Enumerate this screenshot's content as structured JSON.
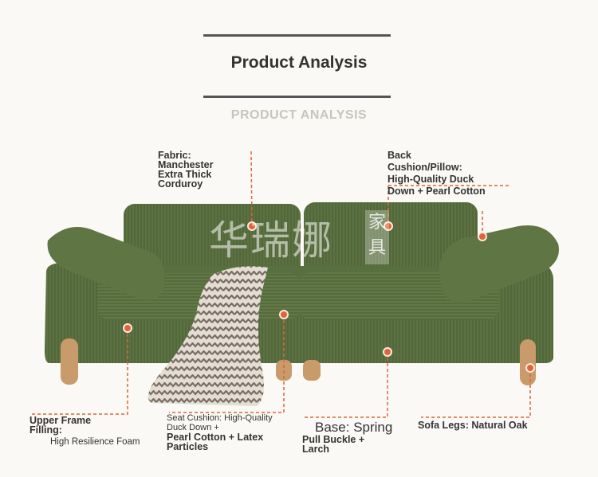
{
  "header": {
    "title": "Product Analysis",
    "subtitle": "PRODUCT ANALYSIS"
  },
  "watermark": {
    "text": "华瑞娜",
    "box_text": "家具"
  },
  "labels": {
    "fabric": [
      "Fabric:",
      "Manchester",
      "Extra Thick",
      "Corduroy"
    ],
    "back_cushion": [
      "Back",
      "Cushion/Pillow:",
      "High-Quality Duck",
      "Down + Pearl Cotton"
    ],
    "upper_frame": {
      "title_lines": [
        "Upper Frame",
        "Filling:"
      ],
      "detail": "High Resilience Foam"
    },
    "seat_cushion": [
      "Seat Cushion: High-Quality",
      "Duck Down +",
      "Pearl Cotton + Latex",
      "Particles"
    ],
    "base": {
      "title": "Base: Spring",
      "lines": [
        "Pull Buckle +",
        "Larch"
      ]
    },
    "sofa_legs": "Sofa Legs: Natural Oak"
  },
  "colors": {
    "accent": "#e0643a",
    "sofa": "#5a7040",
    "leg": "#c99a6a"
  }
}
